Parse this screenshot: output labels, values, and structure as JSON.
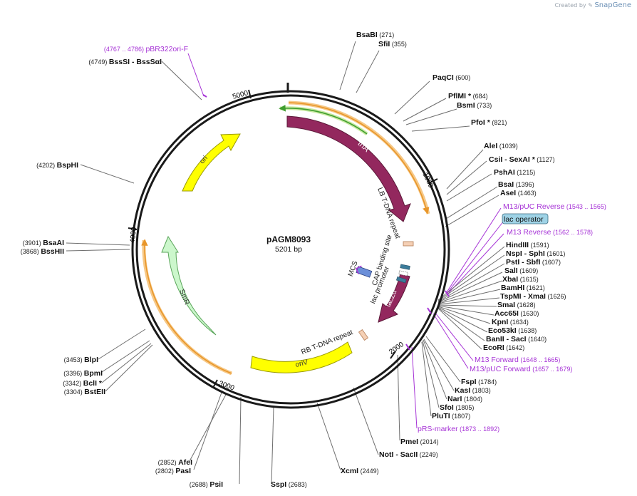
{
  "credit": {
    "prefix": "Created by",
    "brand": "SnapGene"
  },
  "plasmid": {
    "name": "pAGM8093",
    "size": "5201 bp",
    "length": 5201
  },
  "colors": {
    "ring": "#1a1a1a",
    "ticks": "#1a1a1a",
    "label_line": "#6e6e6e",
    "purple": "#a633d6",
    "trfA": "#93285e",
    "lacZa": "#93285e",
    "ori": "#ffff00",
    "oriV": "#ffff00",
    "SmR": "#ccf7cc",
    "orange_arc": "#e8962a",
    "green_arc": "#3f9d2f",
    "lac_op_fill": "#9fd3e6"
  },
  "ring_ticks": [
    "1000",
    "2000",
    "3000",
    "4000",
    "5000"
  ],
  "features": [
    {
      "name": "trfA"
    },
    {
      "name": "lacZα"
    },
    {
      "name": "ori"
    },
    {
      "name": "oriV"
    },
    {
      "name": "SmR"
    },
    {
      "name": "LB T-DNA repeat"
    },
    {
      "name": "RB T-DNA repeat"
    },
    {
      "name": "CAP binding site"
    },
    {
      "name": "lac promoter"
    },
    {
      "name": "MCS"
    }
  ],
  "sites": [
    {
      "name": "BsaBI",
      "pos": "(271)"
    },
    {
      "name": "SfiI",
      "pos": "(355)"
    },
    {
      "name": "PaqCI",
      "pos": "(600)"
    },
    {
      "name": "PflMI *",
      "pos": "(684)"
    },
    {
      "name": "BsmI",
      "pos": "(733)"
    },
    {
      "name": "PfoI *",
      "pos": "(821)"
    },
    {
      "name": "AleI",
      "pos": "(1039)"
    },
    {
      "name": "CsiI  - SexAI *",
      "pos": "(1127)"
    },
    {
      "name": "PshAI",
      "pos": "(1215)"
    },
    {
      "name": "BsaI",
      "pos": "(1396)"
    },
    {
      "name": "AseI",
      "pos": "(1463)"
    },
    {
      "name": "M13/pUC Reverse",
      "pos": "(1543 .. 1565)",
      "purple": true
    },
    {
      "name": "lac operator",
      "pos": "",
      "boxed": true
    },
    {
      "name": "M13 Reverse",
      "pos": "(1562 .. 1578)",
      "purple": true
    },
    {
      "name": "HindIII",
      "pos": "(1591)"
    },
    {
      "name": "NspI  - SphI",
      "pos": "(1601)"
    },
    {
      "name": "PstI  - SbfI",
      "pos": "(1607)"
    },
    {
      "name": "SalI",
      "pos": "(1609)"
    },
    {
      "name": "XbaI",
      "pos": "(1615)"
    },
    {
      "name": "BamHI",
      "pos": "(1621)"
    },
    {
      "name": "TspMI  - XmaI",
      "pos": "(1626)"
    },
    {
      "name": "SmaI",
      "pos": "(1628)"
    },
    {
      "name": "Acc65I",
      "pos": "(1630)"
    },
    {
      "name": "KpnI",
      "pos": "(1634)"
    },
    {
      "name": "Eco53kI",
      "pos": "(1638)"
    },
    {
      "name": "BanII  - SacI",
      "pos": "(1640)"
    },
    {
      "name": "EcoRI",
      "pos": "(1642)"
    },
    {
      "name": "M13 Forward",
      "pos": "(1648 .. 1665)",
      "purple": true
    },
    {
      "name": "M13/pUC Forward",
      "pos": "(1657 .. 1679)",
      "purple": true
    },
    {
      "name": "FspI",
      "pos": "(1784)"
    },
    {
      "name": "KasI",
      "pos": "(1803)"
    },
    {
      "name": "NarI",
      "pos": "(1804)"
    },
    {
      "name": "SfoI",
      "pos": "(1805)"
    },
    {
      "name": "PluTI",
      "pos": "(1807)"
    },
    {
      "name": "pRS-marker",
      "pos": "(1873 .. 1892)",
      "purple": true
    },
    {
      "name": "PmeI",
      "pos": "(2014)"
    },
    {
      "name": "NotI  - SacII",
      "pos": "(2249)"
    },
    {
      "name": "XcmI",
      "pos": "(2449)"
    },
    {
      "name": "SspI",
      "pos": "(2683)",
      "left": false
    },
    {
      "name": "PsiI",
      "pos": "(2688)",
      "left": true
    },
    {
      "name": "PasI",
      "pos": "(2802)",
      "left": true
    },
    {
      "name": "AfeI",
      "pos": "(2852)",
      "left": true
    },
    {
      "name": "BstEII",
      "pos": "(3304)",
      "left": true
    },
    {
      "name": "BclI *",
      "pos": "(3342)",
      "left": true
    },
    {
      "name": "BpmI",
      "pos": "(3396)",
      "left": true
    },
    {
      "name": "BlpI",
      "pos": "(3453)",
      "left": true
    },
    {
      "name": "BssHII",
      "pos": "(3868)",
      "left": true
    },
    {
      "name": "BsaAI",
      "pos": "(3901)",
      "left": true
    },
    {
      "name": "BspHI",
      "pos": "(4202)",
      "left": true
    },
    {
      "name": "BssSI  - BssSαI",
      "pos": "(4749)",
      "left": true
    },
    {
      "name": "pBR322ori-F",
      "pos": "(4767 .. 4786)",
      "left": true,
      "purple": true
    }
  ]
}
